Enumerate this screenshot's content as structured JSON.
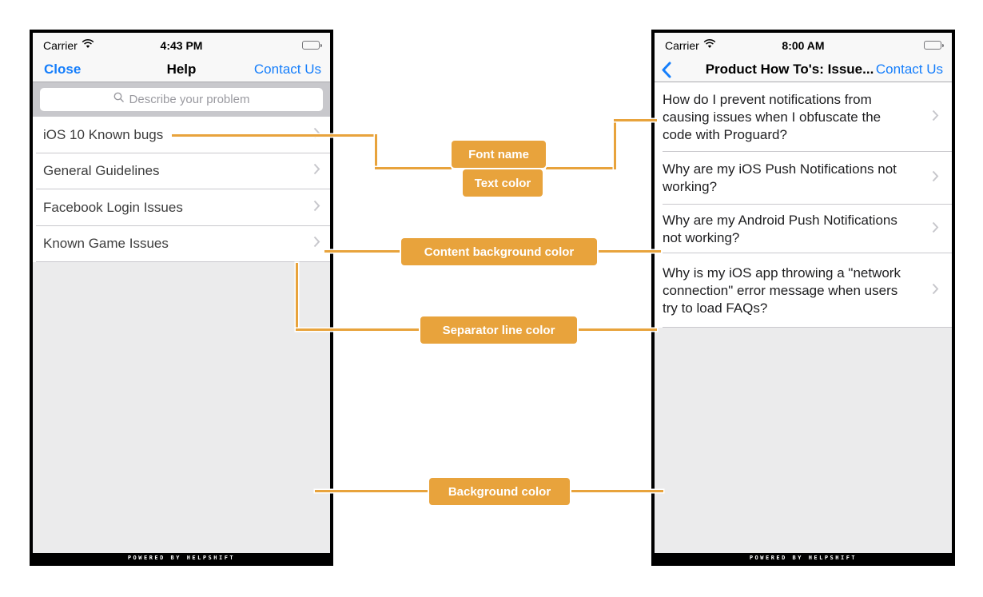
{
  "colors": {
    "accent_orange": "#E8A33C",
    "ios_blue": "#157EFB",
    "content_background": "#FFFFFF",
    "screen_background": "#EBEBEC",
    "separator": "#C9C8CD"
  },
  "badges": {
    "font_name": "Font name",
    "text_color": "Text color",
    "content_background": "Content background color",
    "separator_line": "Separator line color",
    "background": "Background color"
  },
  "left_phone": {
    "status": {
      "carrier": "Carrier",
      "time": "4:43 PM"
    },
    "nav": {
      "close": "Close",
      "title": "Help",
      "contact": "Contact Us"
    },
    "search": {
      "placeholder": "Describe your problem"
    },
    "list": [
      "iOS 10 Known bugs",
      "General Guidelines",
      "Facebook Login Issues",
      "Known Game Issues"
    ],
    "footer": "POWERED BY HELPSHIFT"
  },
  "right_phone": {
    "status": {
      "carrier": "Carrier",
      "time": "8:00 AM"
    },
    "nav": {
      "title": "Product How To's: Issue...",
      "contact": "Contact Us"
    },
    "list": [
      "How do I prevent notifications from causing issues when I obfuscate the code with Proguard?",
      "Why are my iOS Push Notifications not working?",
      "Why are my Android Push Notifications not working?",
      "Why is my iOS app throwing a \"network connection\" error message when users try to load FAQs?"
    ],
    "footer": "POWERED BY HELPSHIFT"
  }
}
